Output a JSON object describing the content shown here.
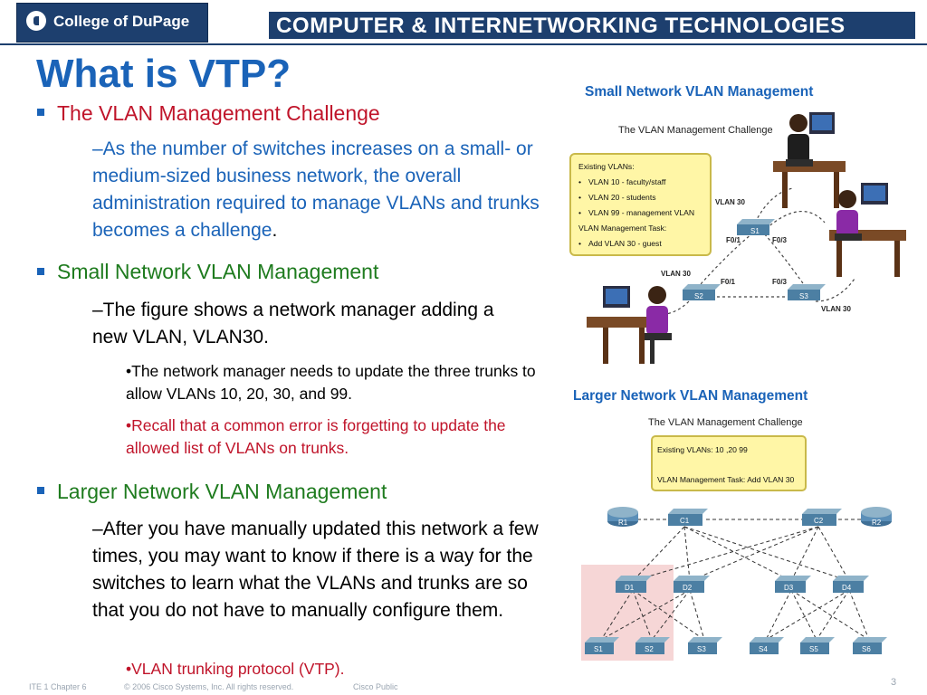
{
  "header": {
    "logo_text": "College of DuPage",
    "banner_text": "COMPUTER & INTERNETWORKING TECHNOLOGIES"
  },
  "title": "What is VTP?",
  "bullets": {
    "b1": {
      "heading": "The VLAN Management Challenge",
      "text_main": "–As the number of switches increases on a small- or medium-sized business network, the overall administration required to manage VLANs and trunks becomes a challenge",
      "text_end": "."
    },
    "b2": {
      "heading": "Small Network VLAN Management",
      "text": "–The figure shows a network manager adding a new VLAN, VLAN30.",
      "sub1": "•The network manager needs to update the three trunks to allow VLANs 10, 20, 30, and 99.",
      "sub2": "•Recall that a common error is forgetting to update the allowed list of VLANs on trunks."
    },
    "b3": {
      "heading": "Larger Network VLAN Management",
      "text": "–After you have manually updated this network a few times, you may want to know if there is a way for the switches to learn what the VLANs and trunks are so that you do not have to manually configure them.",
      "sub1": "•VLAN trunking protocol (VTP)."
    }
  },
  "figure1": {
    "caption": "Small Network VLAN Management",
    "inner_title": "The VLAN Management Challenge",
    "note": {
      "l1": "Existing VLANs:",
      "l2": "VLAN 10 - faculty/staff",
      "l3": "VLAN 20 - students",
      "l4": "VLAN 99 - management VLAN",
      "l5": "VLAN Management Task:",
      "l6": "Add VLAN 30 - guest"
    },
    "labels": {
      "s1": "S1",
      "s2": "S2",
      "s3": "S3",
      "vlan30_a": "VLAN 30",
      "vlan30_b": "VLAN 30",
      "vlan30_c": "VLAN 30",
      "f01_a": "F0/1",
      "f03_a": "F0/3",
      "f01_b": "F0/1",
      "f03_b": "F0/3"
    }
  },
  "figure2": {
    "caption": "Larger Network VLAN Management",
    "inner_title": "The VLAN Management Challenge",
    "note_l1": "Existing VLANs: 10 ,20 99",
    "note_l2": "VLAN Management Task: Add VLAN 30",
    "nodes": {
      "r1": "R1",
      "r2": "R2",
      "c1": "C1",
      "c2": "C2",
      "d1": "D1",
      "d2": "D2",
      "d3": "D3",
      "d4": "D4",
      "s1": "S1",
      "s2": "S2",
      "s3": "S3",
      "s4": "S4",
      "s5": "S5",
      "s6": "S6"
    }
  },
  "footer": {
    "course": "ITE 1 Chapter 6",
    "copyright": "© 2006 Cisco Systems, Inc. All rights reserved.",
    "classification": "Cisco Public",
    "page": "3"
  },
  "colors": {
    "navy": "#1d3f6e",
    "title_blue": "#1a63b8",
    "red": "#c0142a",
    "green": "#1e7b1e",
    "text_blue": "#1a63b8"
  }
}
